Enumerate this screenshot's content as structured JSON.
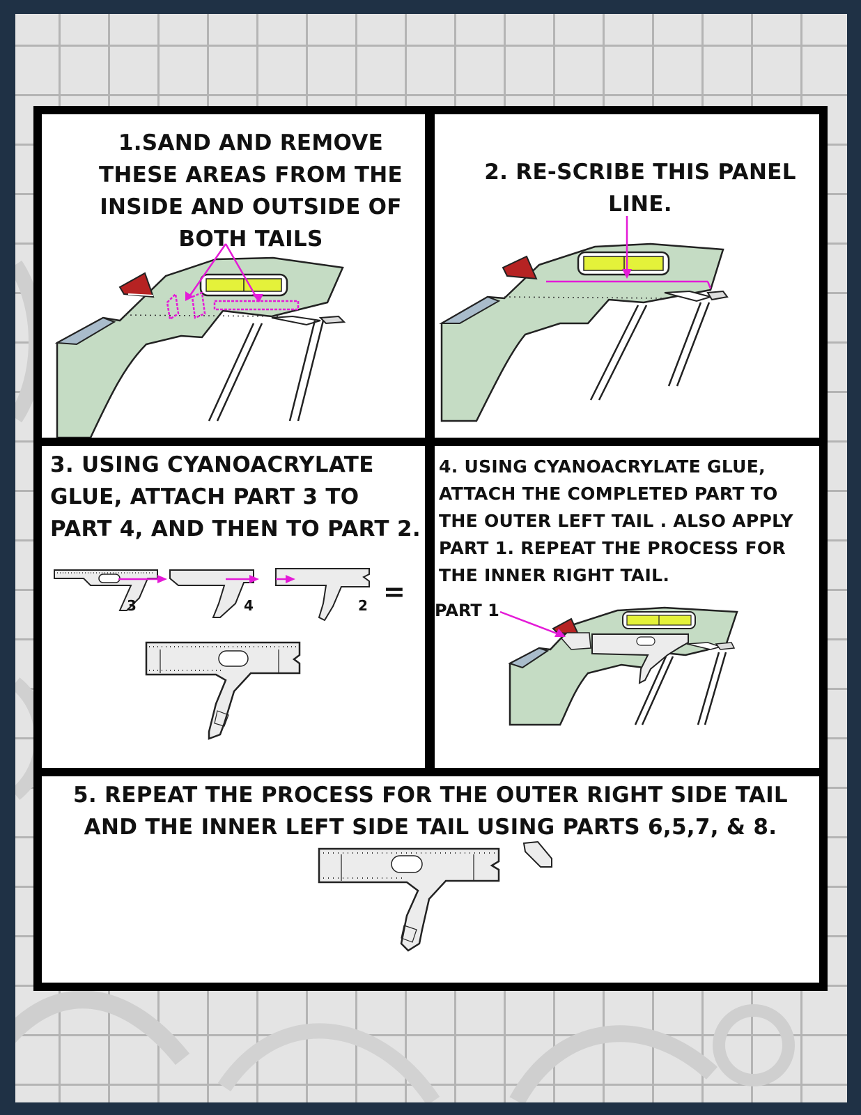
{
  "steps": {
    "s1": {
      "lines": [
        "1.SAND AND REMOVE",
        "THESE AREAS FROM THE",
        "INSIDE AND OUTSIDE OF",
        "BOTH TAILS"
      ]
    },
    "s2": {
      "lines": [
        "2. RE-SCRIBE THIS PANEL",
        "LINE."
      ]
    },
    "s3": {
      "lines": [
        "3.  USING CYANOACRYLATE",
        "GLUE, ATTACH PART 3 TO",
        "PART 4, AND THEN TO PART 2."
      ],
      "part_labels": [
        "3",
        "4",
        "2"
      ],
      "equals": "="
    },
    "s4": {
      "lines": [
        "4.  USING CYANOACRYLATE GLUE,",
        "ATTACH THE COMPLETED PART  TO",
        "THE OUTER LEFT TAIL . ALSO APPLY",
        "PART 1.  REPEAT THE PROCESS FOR",
        "THE INNER RIGHT TAIL."
      ],
      "callout": "PART 1"
    },
    "s5": {
      "lines": [
        "5.  REPEAT THE PROCESS FOR THE OUTER RIGHT SIDE TAIL",
        "AND THE INNER LEFT SIDE TAIL USING PARTS 6,5,7, & 8."
      ]
    }
  },
  "colors": {
    "background": "#1f3145",
    "grid_paper": "#e4e4e4",
    "grid_line": "#b4b4b4",
    "tail_green": "#c5dcc4",
    "tail_blue": "#a9bccb",
    "light_yellow": "#e4f23a",
    "red_light": "#b62323",
    "magenta": "#e41ad7",
    "part_grey": "#ececec"
  }
}
